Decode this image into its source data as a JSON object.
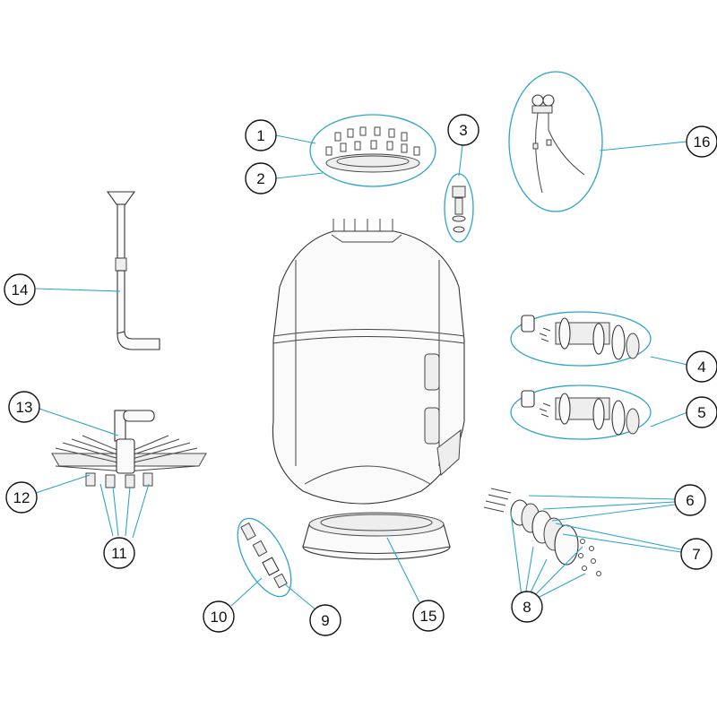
{
  "diagram": {
    "callouts": [
      {
        "id": "c1",
        "label": "1"
      },
      {
        "id": "c2",
        "label": "2"
      },
      {
        "id": "c3",
        "label": "3"
      },
      {
        "id": "c4",
        "label": "4"
      },
      {
        "id": "c5",
        "label": "5"
      },
      {
        "id": "c6",
        "label": "6"
      },
      {
        "id": "c7",
        "label": "7"
      },
      {
        "id": "c8",
        "label": "8"
      },
      {
        "id": "c9",
        "label": "9"
      },
      {
        "id": "c10",
        "label": "10"
      },
      {
        "id": "c11",
        "label": "11"
      },
      {
        "id": "c12",
        "label": "12"
      },
      {
        "id": "c13",
        "label": "13"
      },
      {
        "id": "c14",
        "label": "14"
      },
      {
        "id": "c15",
        "label": "15"
      },
      {
        "id": "c16",
        "label": "16"
      }
    ],
    "accent_color": "#2fa4c9"
  }
}
